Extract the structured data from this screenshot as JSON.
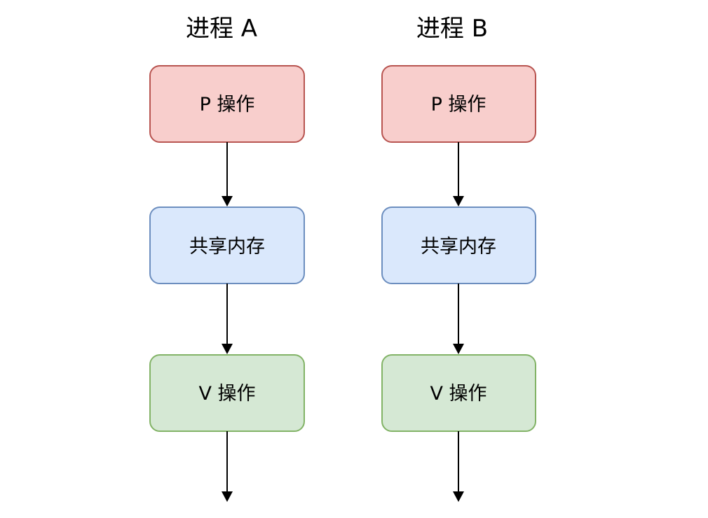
{
  "colors": {
    "p_fill": "#f8cecc",
    "p_stroke": "#b85450",
    "mem_fill": "#dae8fc",
    "mem_stroke": "#6c8ebf",
    "v_fill": "#d5e8d4",
    "v_stroke": "#82b366"
  },
  "process_a": {
    "title": "进程 A",
    "p_op": "P 操作",
    "shared_memory": "共享内存",
    "v_op": "V 操作"
  },
  "process_b": {
    "title": "进程 B",
    "p_op": "P 操作",
    "shared_memory": "共享内存",
    "v_op": "V 操作"
  }
}
